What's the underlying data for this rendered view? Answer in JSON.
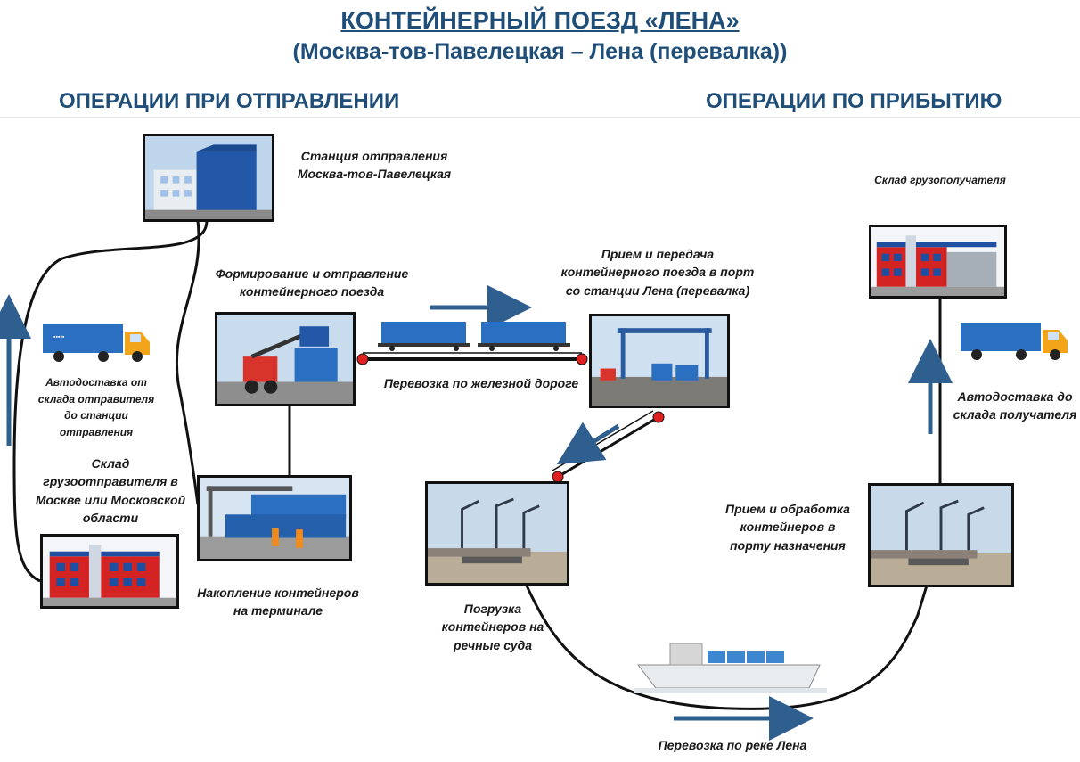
{
  "title": "КОНТЕЙНЕРНЫЙ ПОЕЗД «ЛЕНА»",
  "subtitle": "(Москва-тов-Павелецкая  – Лена (перевалка))",
  "sections": {
    "departure": "ОПЕРАЦИИ ПРИ ОТПРАВЛЕНИИ",
    "arrival": "ОПЕРАЦИИ ПО ПРИБЫТИЮ"
  },
  "steps": {
    "departure_station": [
      "Станция отправления",
      "Москва-тов-Павелецкая"
    ],
    "shipper_warehouse": [
      "Склад",
      "грузоотправителя в",
      "Москве или Московской",
      "области"
    ],
    "truck_to_station": [
      "Автодоставка от",
      "склада отправителя",
      "до станции",
      "отправления"
    ],
    "train_forming": [
      "Формирование  и отправление",
      "контейнерного поезда"
    ],
    "accumulation": [
      "Накопление контейнеров",
      "на терминале"
    ],
    "rail_transport": "Перевозка по железной дороге",
    "port_handover": [
      "Прием и передача",
      "контейнерного поезда в порт",
      "со станции Лена (перевалка)"
    ],
    "loading": [
      "Погрузка",
      "контейнеров на",
      "речные суда"
    ],
    "river_transport": "Перевозка по реке Лена",
    "port_reception": [
      "Прием и обработка",
      "контейнеров в",
      "порту назначения"
    ],
    "truck_to_consignee": [
      "Автодоставка до",
      "склада получателя"
    ],
    "consignee_warehouse": "Склад грузополучателя"
  },
  "colors": {
    "heading": "#1f4e79",
    "arrow": "#2f5f8f",
    "connector_dot": "#e02020",
    "container_blue": "#2a6fc0",
    "truck_cab": "#f2a51a"
  },
  "icons": [
    "truck-icon",
    "train-icon",
    "ship-icon",
    "direction-arrow-icon"
  ]
}
